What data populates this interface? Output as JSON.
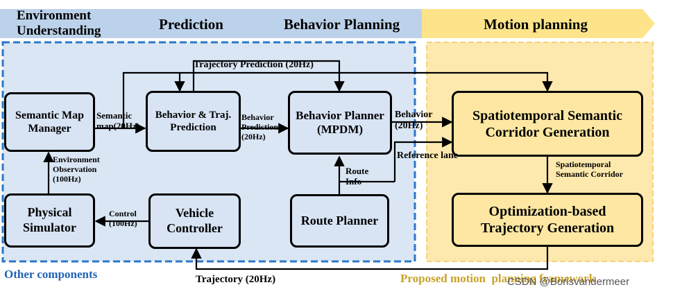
{
  "header": {
    "env": "Environment\nUnderstanding",
    "prediction": "Prediction",
    "behavior": "Behavior Planning",
    "motion": "Motion planning"
  },
  "blocks": {
    "semantic_map": "Semantic Map\nManager",
    "behavior_traj": "Behavior & Traj.\nPrediction",
    "behavior_planner": "Behavior Planner\n(MPDM)",
    "spatiotemporal": "Spatiotemporal Semantic\nCorridor Generation",
    "physical_sim": "Physical\nSimulator",
    "vehicle_ctrl": "Vehicle\nController",
    "route_planner": "Route Planner",
    "optimization": "Optimization-based\nTrajectory Generation"
  },
  "labels": {
    "traj_pred": "Trajectory Prediction (20Hz)",
    "semantic_map": "Semantic\nmap(20Hz)",
    "behavior_pred": "Behavior\nPrediction\n(20Hz)",
    "behavior_20": "Behavior\n(20Hz)",
    "reference_lane": "Reference lane",
    "route_info": "Route\nInfo",
    "env_obs": "Environment\nObservation\n(100Hz)",
    "control": "Control\n(100Hz)",
    "sp_corridor": "Spatiotemporal\nSemantic Corridor",
    "trajectory": "Trajectory (20Hz)"
  },
  "footer": {
    "other": "Other components",
    "proposed": "Proposed motion  planning framework",
    "watermark": "CSDN @Borisvandermeer"
  },
  "colors": {
    "header_blue": "#bcd2ea",
    "header_yellow": "#fde48b",
    "region_blue": "#dae6f4",
    "region_yellow": "#fde9ae",
    "dash_blue": "#2a77c9",
    "proposed_text": "#c9a22a",
    "other_text": "#1f63b5"
  }
}
